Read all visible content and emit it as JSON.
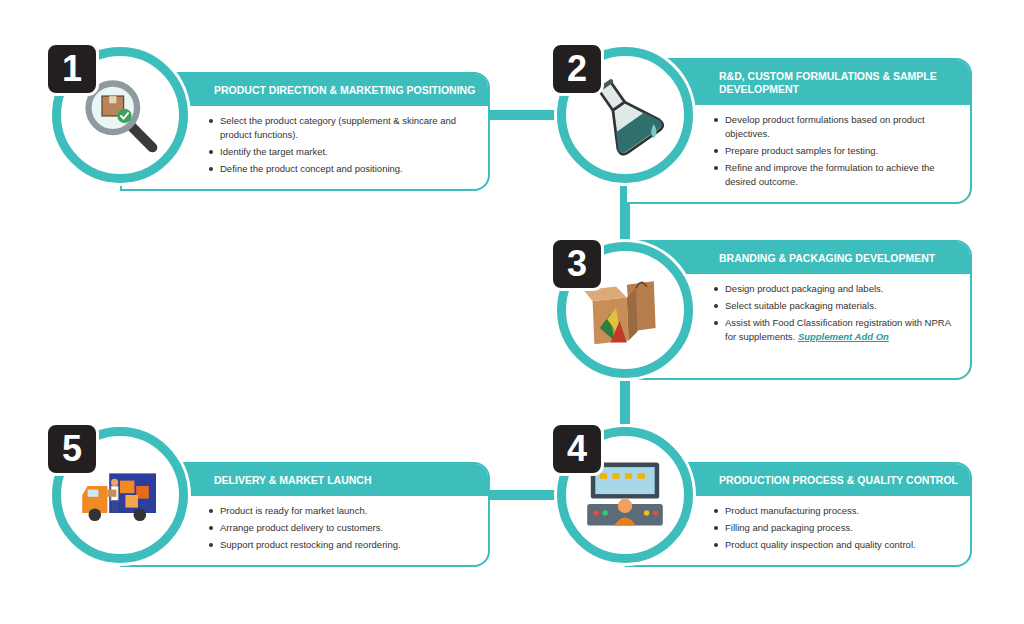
{
  "diagram": {
    "nodes": [
      {
        "text": [
          "1"
        ]
      },
      {
        "text": [
          "PRODUCT DIRECTION & MARKETING POSITIONING",
          "Select the product category (supplement & skincare and product functions).",
          "Identify the target market.",
          "Define the product concept and positioning."
        ]
      },
      {
        "text": [
          "2"
        ]
      },
      {
        "text": [
          "R&D, CUSTOM FORMULATIONS & SAMPLE DEVELOPMENT",
          "Develop product formulations based on product objectives.",
          "Prepare product samples for testing.",
          "Refine and improve the formulation to achieve the desired outcome."
        ]
      },
      {
        "text": [
          "3"
        ]
      },
      {
        "text": [
          "BRANDING & PACKAGING DEVELOPMENT",
          "Design product packaging and labels.",
          "Select suitable packaging materials.",
          "Assist with Food Classification registration with NPRA for supplements.",
          "Supplement Add On"
        ]
      },
      {
        "text": [
          "4"
        ]
      },
      {
        "text": [
          "PRODUCTION PROCESS & QUALITY CONTROL",
          "Product manufacturing process.",
          "Filling and packaging process.",
          "Product quality inspection and quality control."
        ]
      },
      {
        "text": [
          "5"
        ]
      },
      {
        "text": [
          "DELIVERY & MARKET LAUNCH",
          "Product is ready for market launch.",
          "Arrange product delivery to customers.",
          "Support product restocking and reordering."
        ]
      }
    ],
    "edges": [
      {
        "from": 0,
        "to": 2,
        "arrow": "none"
      },
      {
        "from": 2,
        "to": 4,
        "arrow": "none"
      },
      {
        "from": 4,
        "to": 6,
        "arrow": "none"
      },
      {
        "from": 6,
        "to": 8,
        "arrow": "none"
      }
    ]
  }
}
